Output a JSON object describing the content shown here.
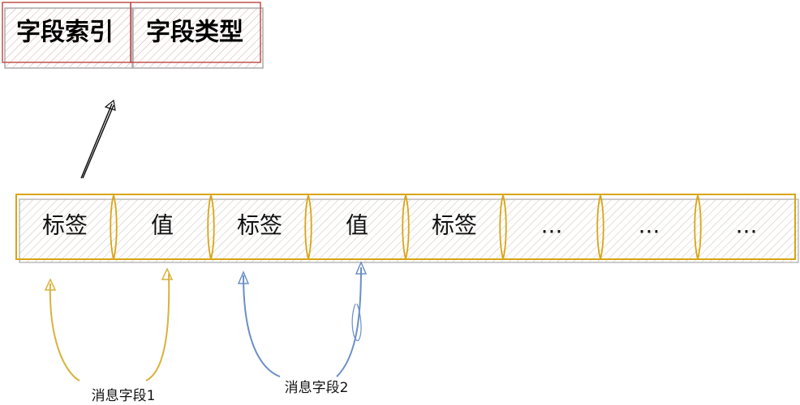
{
  "header_boxes": [
    {
      "label": "字段索引"
    },
    {
      "label": "字段类型"
    }
  ],
  "message_cells": [
    {
      "label": "标签"
    },
    {
      "label": "值"
    },
    {
      "label": "标签"
    },
    {
      "label": "值"
    },
    {
      "label": "标签"
    },
    {
      "label": "..."
    },
    {
      "label": "..."
    },
    {
      "label": "..."
    }
  ],
  "annotations": [
    {
      "label": "消息字段1",
      "color": "#d9b23c"
    },
    {
      "label": "消息字段2",
      "color": "#6b8fc7"
    }
  ],
  "colors": {
    "header_border": "#c0504d",
    "cell_border": "#d9a516",
    "hatch": "#bbbbbb"
  }
}
